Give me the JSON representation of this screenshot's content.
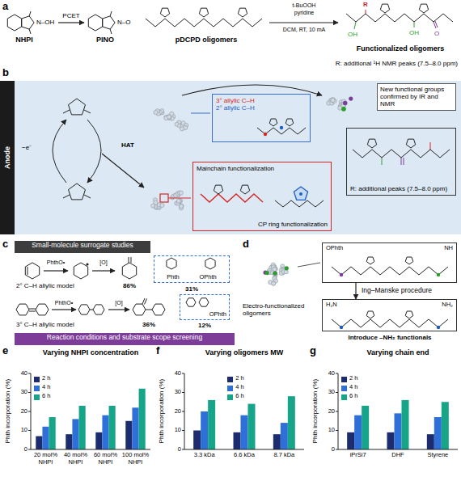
{
  "diagram": {
    "nodes": [
      {
        "text": [
          "Anode"
        ]
      },
      {
        "text": [
          "3° allylic C–H",
          "2° allylic C–H"
        ]
      },
      {
        "text": [
          "Mainchain functionalization",
          "CP ring functionalization"
        ]
      },
      {
        "text": [
          "New functional groups confirmed by IR and NMR"
        ]
      },
      {
        "text": [
          "R: additional peaks (7.5–8.0 ppm)"
        ]
      },
      {
        "text": [
          "Small-molecule surrogate studies"
        ]
      },
      {
        "text": [
          "Phth",
          "OPhth"
        ]
      },
      {
        "text": [
          "OPhth"
        ]
      },
      {
        "text": [
          "Reaction conditions and substrate scope screening"
        ]
      },
      {
        "text": [
          "OPhth",
          "NH"
        ]
      },
      {
        "text": [
          "H₂N",
          "NH₂"
        ]
      }
    ],
    "edges": [
      {
        "from": 9,
        "to": 10,
        "arrow": "to",
        "label": "Ing–Manske procedure"
      }
    ],
    "labels": [
      "a",
      "N–OH",
      "NHPI",
      "PCET",
      "N–O",
      "PINO",
      "pDCPD oligomers",
      "t-BuOOH",
      "pyridine",
      "DCM, RT, 10 mA",
      "R",
      "OH",
      "OH",
      "O",
      "Functionalized oligomers",
      "R: additional ¹H NMR peaks (7.5–8.0 ppm)",
      "b",
      "−e⁻",
      "HAT",
      "c",
      "2° C–H allylic model",
      "PhthO•",
      "[O]",
      "86%",
      "31%",
      "3° C–H allylic model",
      "PhthO•",
      "[O]",
      "36%",
      "12%",
      "d",
      "Electro-functionalized oligomers",
      "Introduce –NH₂ functionals",
      "e",
      "f",
      "g",
      "Varying NHPI concentration",
      "Phth incorporation (%)",
      "0",
      "10",
      "20",
      "30",
      "40",
      "20 mol% NHPI",
      "40 mol% NHPI",
      "60 mol% NHPI",
      "100 mol% NHPI",
      "Varying oligomers MW",
      "Phth incorporation (%)",
      "0",
      "10",
      "20",
      "30",
      "40",
      "3.3 kDa",
      "6.6 kDa",
      "8.7 kDa",
      "Varying chain end",
      "Phth incorporation (%)",
      "0",
      "10",
      "20",
      "30",
      "40",
      "iPrSi7",
      "DHF",
      "Styrene"
    ],
    "legend": [
      {
        "text": "2 h",
        "color": "#1c2c6e"
      },
      {
        "text": "4 h",
        "color": "#2e6fd8"
      },
      {
        "text": "6 h",
        "color": "#17a589"
      },
      {
        "text": "2 h",
        "color": "#1c2c6e"
      },
      {
        "text": "4 h",
        "color": "#2e6fd8"
      },
      {
        "text": "6 h",
        "color": "#17a589"
      },
      {
        "text": "2 h",
        "color": "#1c2c6e"
      },
      {
        "text": "4 h",
        "color": "#2e6fd8"
      },
      {
        "text": "6 h",
        "color": "#17a589"
      }
    ]
  }
}
